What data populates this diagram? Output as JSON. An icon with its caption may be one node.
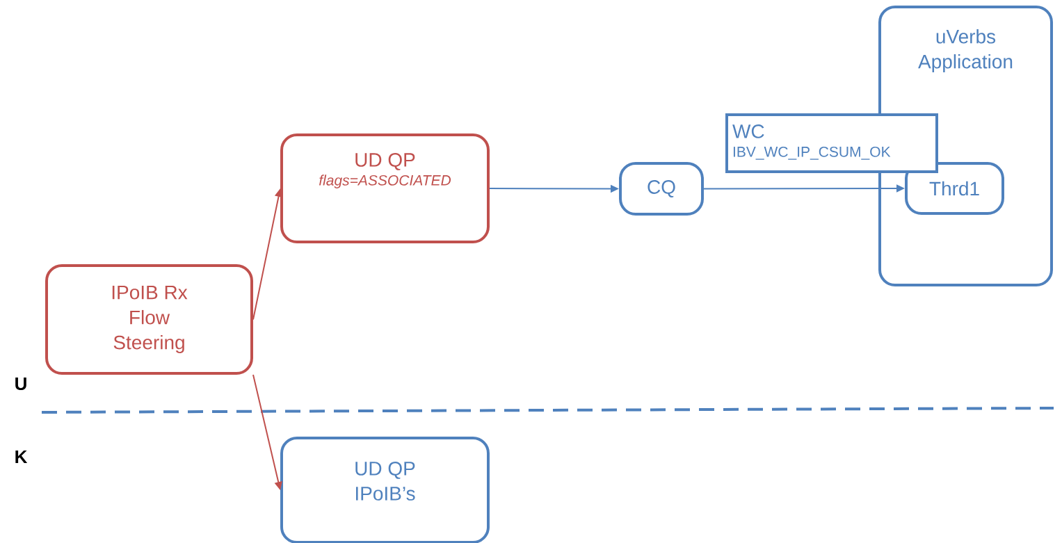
{
  "diagram": {
    "nodes": [
      {
        "text": [
          "IPoIB Rx Flow Steering"
        ]
      },
      {
        "text": [
          "UD QP",
          "flags=ASSOCIATED"
        ]
      },
      {
        "text": [
          "CQ"
        ]
      },
      {
        "text": [
          "uVerbs Application"
        ]
      },
      {
        "text": [
          "WC",
          "IBV_WC_IP_CSUM_OK"
        ]
      },
      {
        "text": [
          "Thrd1"
        ],
        "in": 3
      },
      {
        "text": [
          "UD QP IPoIB’s"
        ]
      }
    ],
    "edges": [
      {
        "from": 0,
        "to": 1,
        "arrow": "to",
        "color": "#c0504d"
      },
      {
        "from": 0,
        "to": 6,
        "arrow": "to",
        "color": "#c0504d"
      },
      {
        "from": 1,
        "to": 2,
        "arrow": "to",
        "color": "#4f81bd"
      },
      {
        "from": 2,
        "to": 5,
        "arrow": "to",
        "color": "#4f81bd"
      }
    ],
    "labels": [
      "U",
      "K"
    ]
  }
}
